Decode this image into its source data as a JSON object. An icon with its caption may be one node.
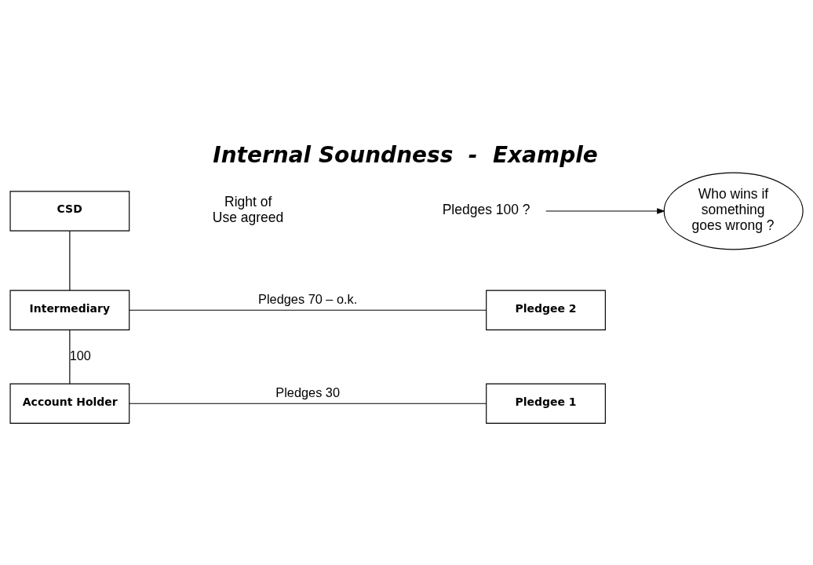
{
  "diagram": {
    "title": "Internal Soundness  -  Example",
    "nodes": [
      {
        "text": [
          "CSD"
        ]
      },
      {
        "text": [
          "Intermediary"
        ]
      },
      {
        "text": [
          "Pledgee 2"
        ]
      },
      {
        "text": [
          "Account Holder"
        ]
      },
      {
        "text": [
          "Pledgee 1"
        ]
      },
      {
        "text": [
          "Who wins if something goes wrong ?"
        ]
      },
      {
        "text": [
          "Pledges 100 ?"
        ]
      }
    ],
    "edges": [
      {
        "from": 0,
        "to": 1,
        "arrow": "none"
      },
      {
        "from": 1,
        "to": 2,
        "arrow": "none",
        "label": "Pledges 70 – o.k."
      },
      {
        "from": 1,
        "to": 3,
        "arrow": "none",
        "label": "100"
      },
      {
        "from": 3,
        "to": 4,
        "arrow": "none",
        "label": "Pledges 30"
      },
      {
        "from": 6,
        "to": 5,
        "arrow": "to"
      }
    ],
    "labels": [
      "Right of Use agreed"
    ]
  }
}
